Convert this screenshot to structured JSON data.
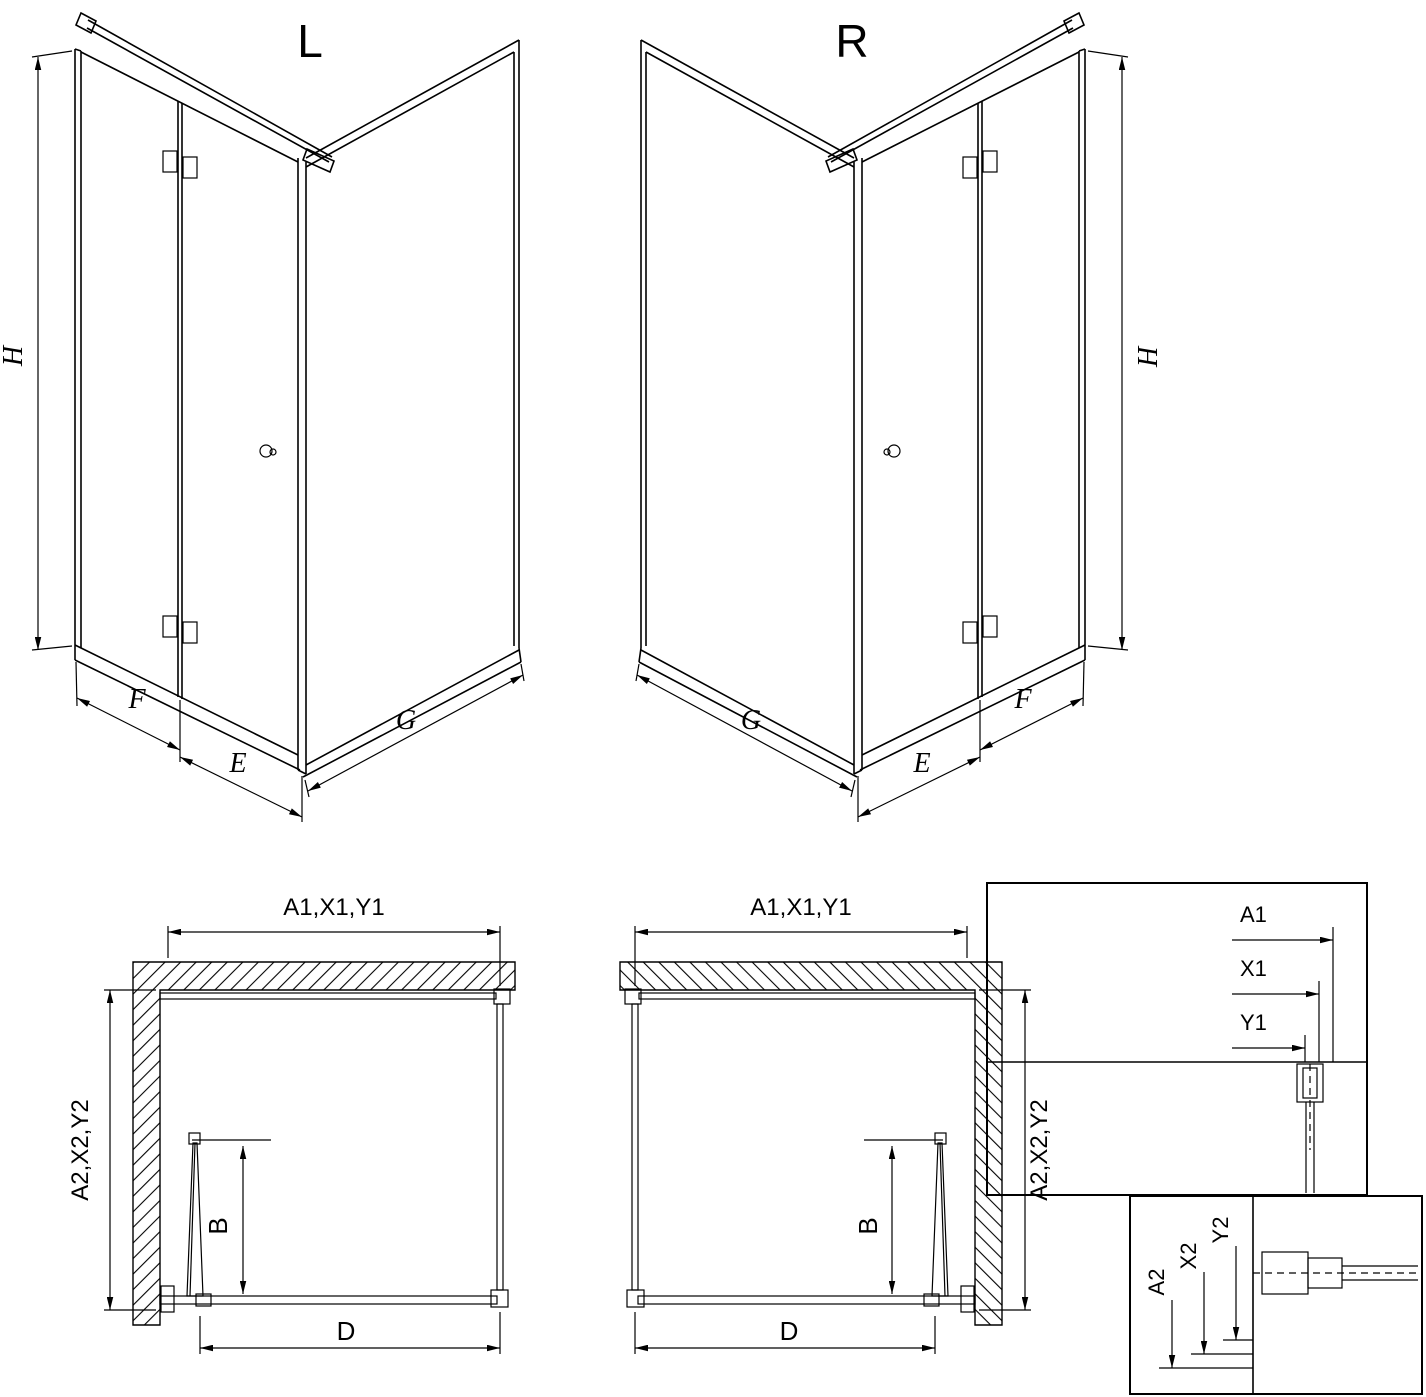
{
  "views": {
    "left_3d": {
      "variant": "L",
      "height": "H",
      "dim_door_panel": "F",
      "dim_door": "E",
      "dim_side_panel": "G"
    },
    "right_3d": {
      "variant": "R",
      "height": "H",
      "dim_door_panel": "F",
      "dim_door": "E",
      "dim_side_panel": "G"
    },
    "left_plan": {
      "dim_top": "A1,X1,Y1",
      "dim_side": "A2,X2,Y2",
      "dim_door_opening": "B",
      "dim_width": "D"
    },
    "right_plan": {
      "dim_top": "A1,X1,Y1",
      "dim_side": "A2,X2,Y2",
      "dim_door_opening": "B",
      "dim_width": "D"
    },
    "detail_horizontal": {
      "a1": "A1",
      "x1": "X1",
      "y1": "Y1"
    },
    "detail_vertical": {
      "a2": "A2",
      "x2": "X2",
      "y2": "Y2"
    }
  },
  "colors": {
    "line": "#000000",
    "background": "#ffffff"
  }
}
